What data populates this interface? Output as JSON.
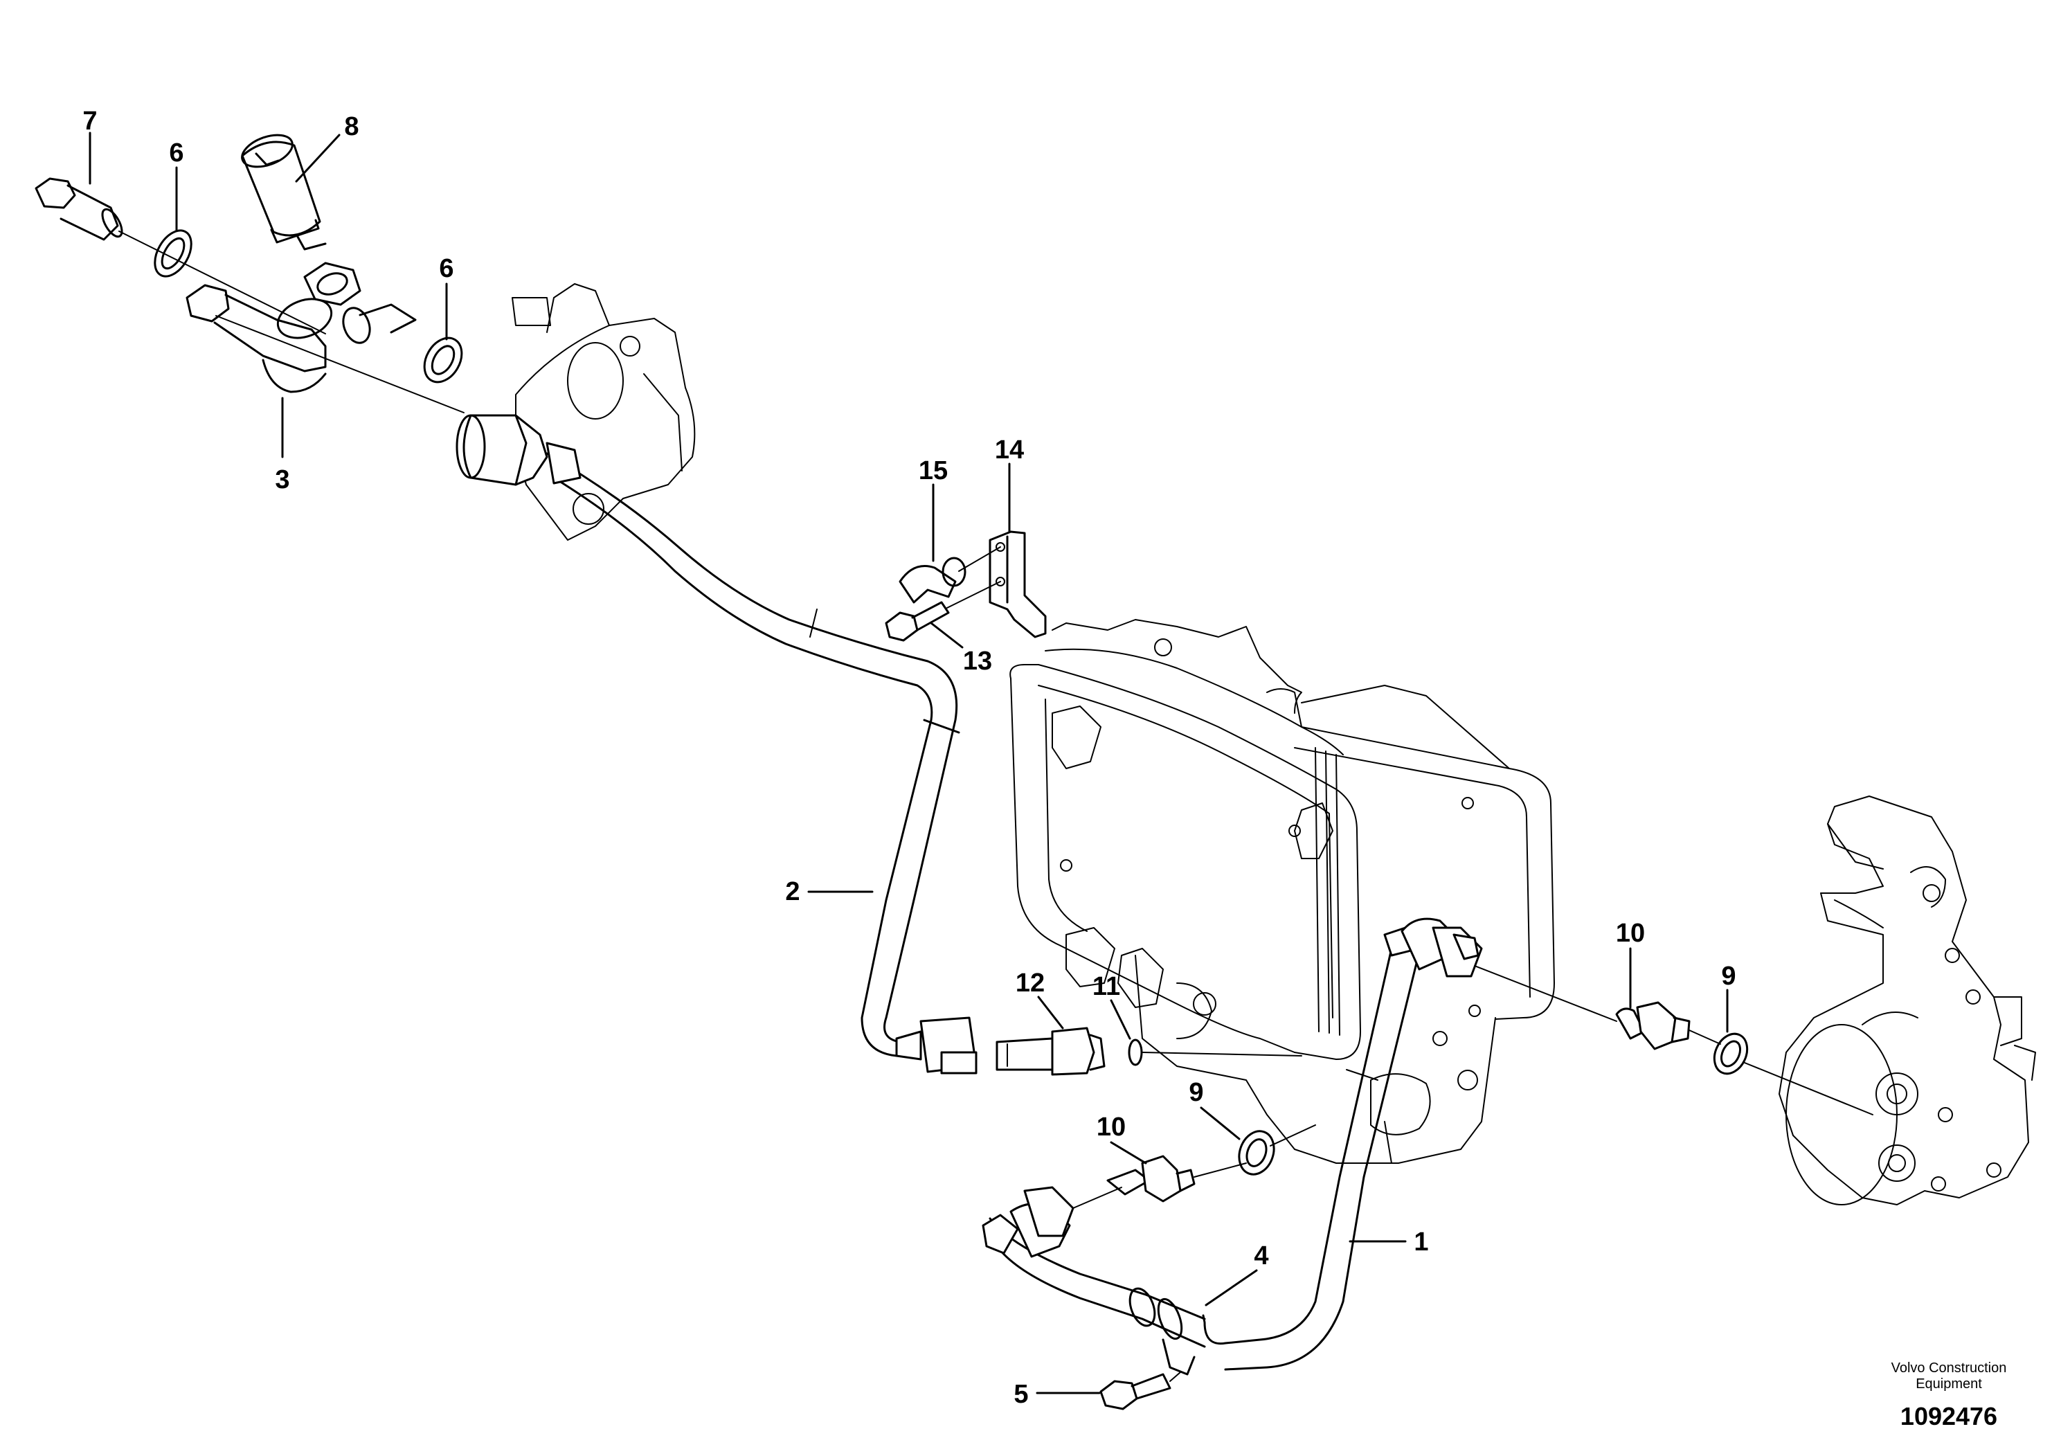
{
  "callouts": [
    {
      "id": "callout-7",
      "label": "7"
    },
    {
      "id": "callout-6-upper",
      "label": "6"
    },
    {
      "id": "callout-8",
      "label": "8"
    },
    {
      "id": "callout-6-middle",
      "label": "6"
    },
    {
      "id": "callout-3",
      "label": "3"
    },
    {
      "id": "callout-15",
      "label": "15"
    },
    {
      "id": "callout-14",
      "label": "14"
    },
    {
      "id": "callout-13",
      "label": "13"
    },
    {
      "id": "callout-2",
      "label": "2"
    },
    {
      "id": "callout-12",
      "label": "12"
    },
    {
      "id": "callout-11",
      "label": "11"
    },
    {
      "id": "callout-10-right",
      "label": "10"
    },
    {
      "id": "callout-9-right",
      "label": "9"
    },
    {
      "id": "callout-9-lower",
      "label": "9"
    },
    {
      "id": "callout-10-lower",
      "label": "10"
    },
    {
      "id": "callout-4",
      "label": "4"
    },
    {
      "id": "callout-1",
      "label": "1"
    },
    {
      "id": "callout-5",
      "label": "5"
    }
  ],
  "footer": {
    "brand_line1": "Volvo Construction",
    "brand_line2": "Equipment",
    "document_number": "1092476"
  }
}
